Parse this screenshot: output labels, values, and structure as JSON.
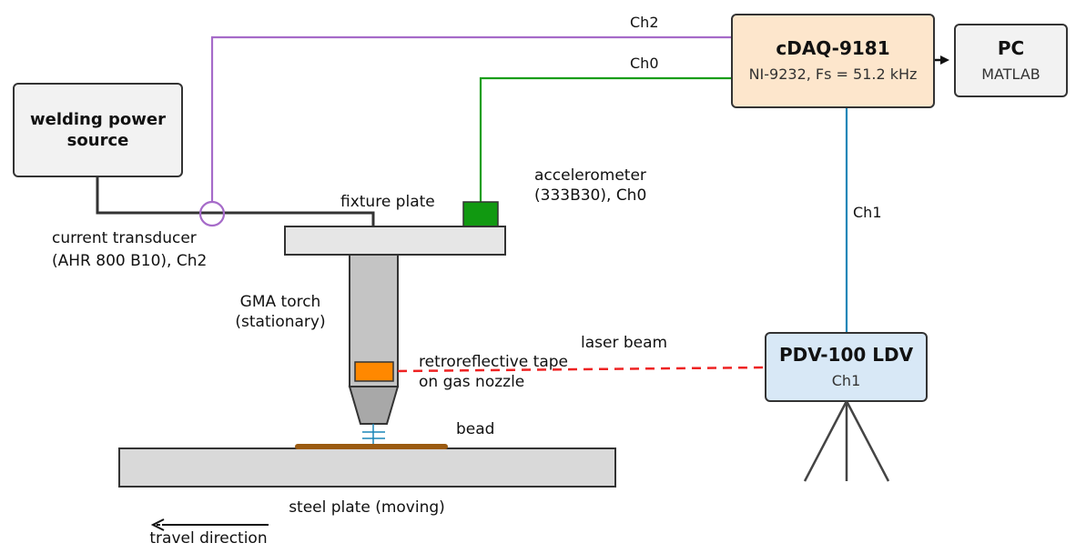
{
  "colors": {
    "ch2": "#a66bc9",
    "ch0": "#1a9e1a",
    "ch1": "#1a86b8",
    "laser": "#ee2222",
    "bead": "#9a5a10",
    "daq_fill": "#fde6cc",
    "ldv_fill": "#d8e8f6",
    "box_fill": "#f2f2f2",
    "accelerometer": "#119911",
    "tape": "#ff8800"
  },
  "boxes": {
    "power_source": {
      "line1": "welding power",
      "line2": "source"
    },
    "daq": {
      "title": "cDAQ-9181",
      "subtitle": "NI-9232, Fs = 51.2 kHz"
    },
    "pc": {
      "title": "PC",
      "subtitle": "MATLAB"
    },
    "ldv": {
      "title": "PDV-100 LDV",
      "subtitle": "Ch1"
    }
  },
  "labels": {
    "ch2_wire": "Ch2",
    "ch0_wire": "Ch0",
    "ch1_wire": "Ch1",
    "accelerometer_line1": "accelerometer",
    "accelerometer_line2": "(333B30), Ch0",
    "fixture_plate": "fixture plate",
    "current_transducer_line1": "current transducer",
    "current_transducer_line2": "(AHR 800 B10), Ch2",
    "torch_line1": "GMA torch",
    "torch_line2": "(stationary)",
    "tape_line1": "retroreflective tape",
    "tape_line2": "on gas nozzle",
    "laser_beam": "laser beam",
    "bead": "bead",
    "steel_plate": "steel plate (moving)",
    "travel_direction": "travel direction"
  }
}
